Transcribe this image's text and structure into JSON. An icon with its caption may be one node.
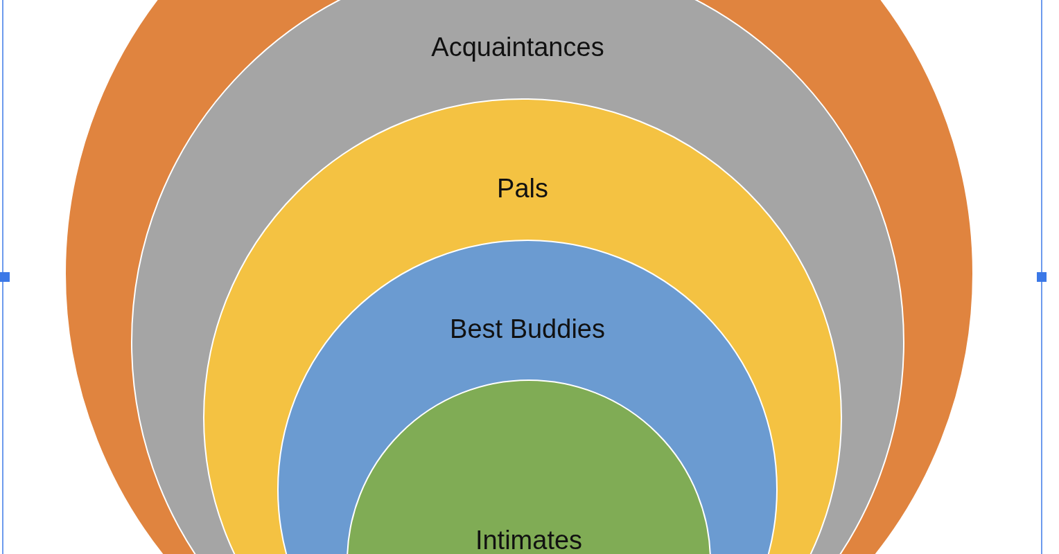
{
  "diagram": {
    "nodes": [
      {
        "text": [],
        "shape": "circle"
      },
      {
        "text": [
          "Acquaintances"
        ],
        "in": 0
      },
      {
        "text": [
          "Pals"
        ],
        "in": 1
      },
      {
        "text": [
          "Best Buddies"
        ],
        "in": 2
      },
      {
        "text": [
          "Intimates"
        ],
        "in": 3
      }
    ]
  }
}
